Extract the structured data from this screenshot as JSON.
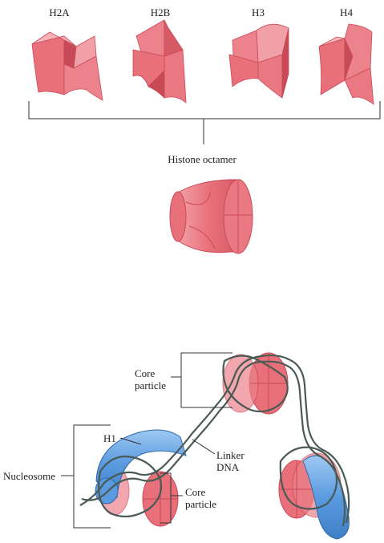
{
  "histones": {
    "h2a": "H2A",
    "h2b": "H2B",
    "h3": "H3",
    "h4": "H4"
  },
  "octamer_label": "Histone octamer",
  "bottom": {
    "core_particle_top": "Core\nparticle",
    "h1": "H1",
    "linker_dna": "Linker\nDNA",
    "nucleosome": "Nucleosome",
    "core_particle_bottom": "Core\nparticle"
  },
  "colors": {
    "histone_fill": "#e8707a",
    "histone_dark": "#c94a57",
    "histone_light": "#f2a0a8",
    "h1_blue": "#5a9be0",
    "dna": "#4a5a55",
    "line": "#333333"
  }
}
